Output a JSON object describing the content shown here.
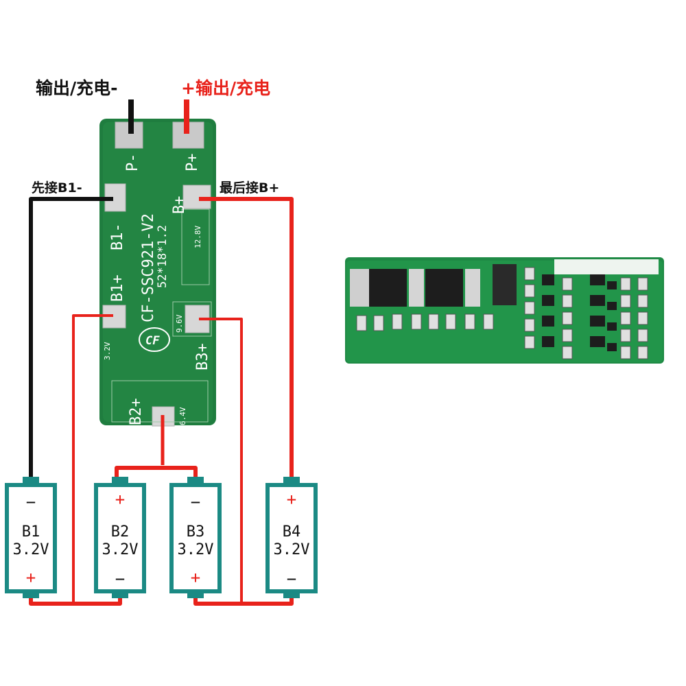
{
  "labels": {
    "out_neg": "输出/充电-",
    "out_pos": "+输出/充电",
    "first_b1": "先接B1-",
    "last_b4": "最后接B+"
  },
  "pcb": {
    "pad_pm": "P-",
    "pad_pp": "P+",
    "pad_b1m": "B1-",
    "pad_bp": "B+",
    "pad_b1p": "B1+",
    "pad_b3p": "B3+",
    "pad_b2p": "B2+",
    "model": "CF-SSC921-V2",
    "size": "52*18*1.2",
    "v128": "12.8V",
    "v96": "9.6V",
    "v64": "6.4V",
    "v32": "3.2V",
    "logo": "CF"
  },
  "batteries": [
    {
      "name": "B1",
      "voltage": "3.2V",
      "top_sign": "−",
      "bottom_sign": "+"
    },
    {
      "name": "B2",
      "voltage": "3.2V",
      "top_sign": "+",
      "bottom_sign": "−"
    },
    {
      "name": "B3",
      "voltage": "3.2V",
      "top_sign": "−",
      "bottom_sign": "+"
    },
    {
      "name": "B4",
      "voltage": "3.2V",
      "top_sign": "+",
      "bottom_sign": "−"
    }
  ],
  "colors": {
    "pcb_green": "#1f7d3f",
    "wire_red": "#e8221b",
    "wire_black": "#111111",
    "battery_teal": "#1b8a84",
    "pad_silver": "#d7d7d7"
  }
}
